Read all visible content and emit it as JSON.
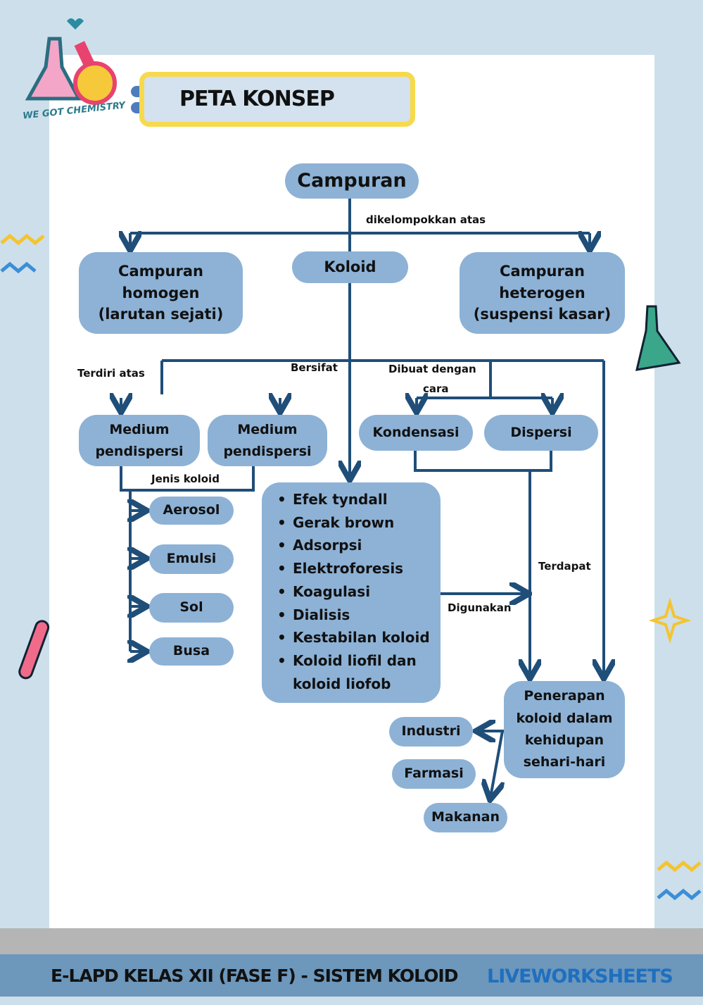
{
  "header": {
    "title": "PETA KONSEP",
    "logo_text": "WE GOT CHEMISTRY"
  },
  "nodes": {
    "campuran": "Campuran",
    "homogen": "Campuran homogen (larutan sejati)",
    "koloid": "Koloid",
    "heterogen": "Campuran heterogen (suspensi kasar)",
    "medium1": "Medium pendispersi",
    "medium2": "Medium pendispersi",
    "kondensasi": "Kondensasi",
    "dispersi": "Dispersi",
    "aerosol": "Aerosol",
    "emulsi": "Emulsi",
    "sol": "Sol",
    "busa": "Busa",
    "penerapan": "Penerapan koloid dalam kehidupan sehari-hari",
    "industri": "Industri",
    "farmasi": "Farmasi",
    "makanan": "Makanan"
  },
  "properties": [
    "Efek tyndall",
    "Gerak brown",
    "Adsorpsi",
    "Elektroforesis",
    "Koagulasi",
    "Dialisis",
    "Kestabilan koloid",
    "Koloid liofil dan koloid liofob"
  ],
  "labels": {
    "dikelompokkan": "dikelompokkan atas",
    "terdiri": "Terdiri atas",
    "bersifat": "Bersifat",
    "dibuat": "Dibuat dengan",
    "cara": "cara",
    "jenis": "Jenis koloid",
    "terdapat": "Terdapat",
    "digunakan": "Digunakan"
  },
  "footer": {
    "text": "E-LAPD KELAS XII (FASE F) - SISTEM KOLOID",
    "brand": "LIVEWORKSHEETS"
  },
  "colors": {
    "background": "#cddfeb",
    "node": "#8db2d6",
    "line": "#1f4e79",
    "title_border": "#f7d94c",
    "footer": "#6d97bb"
  }
}
